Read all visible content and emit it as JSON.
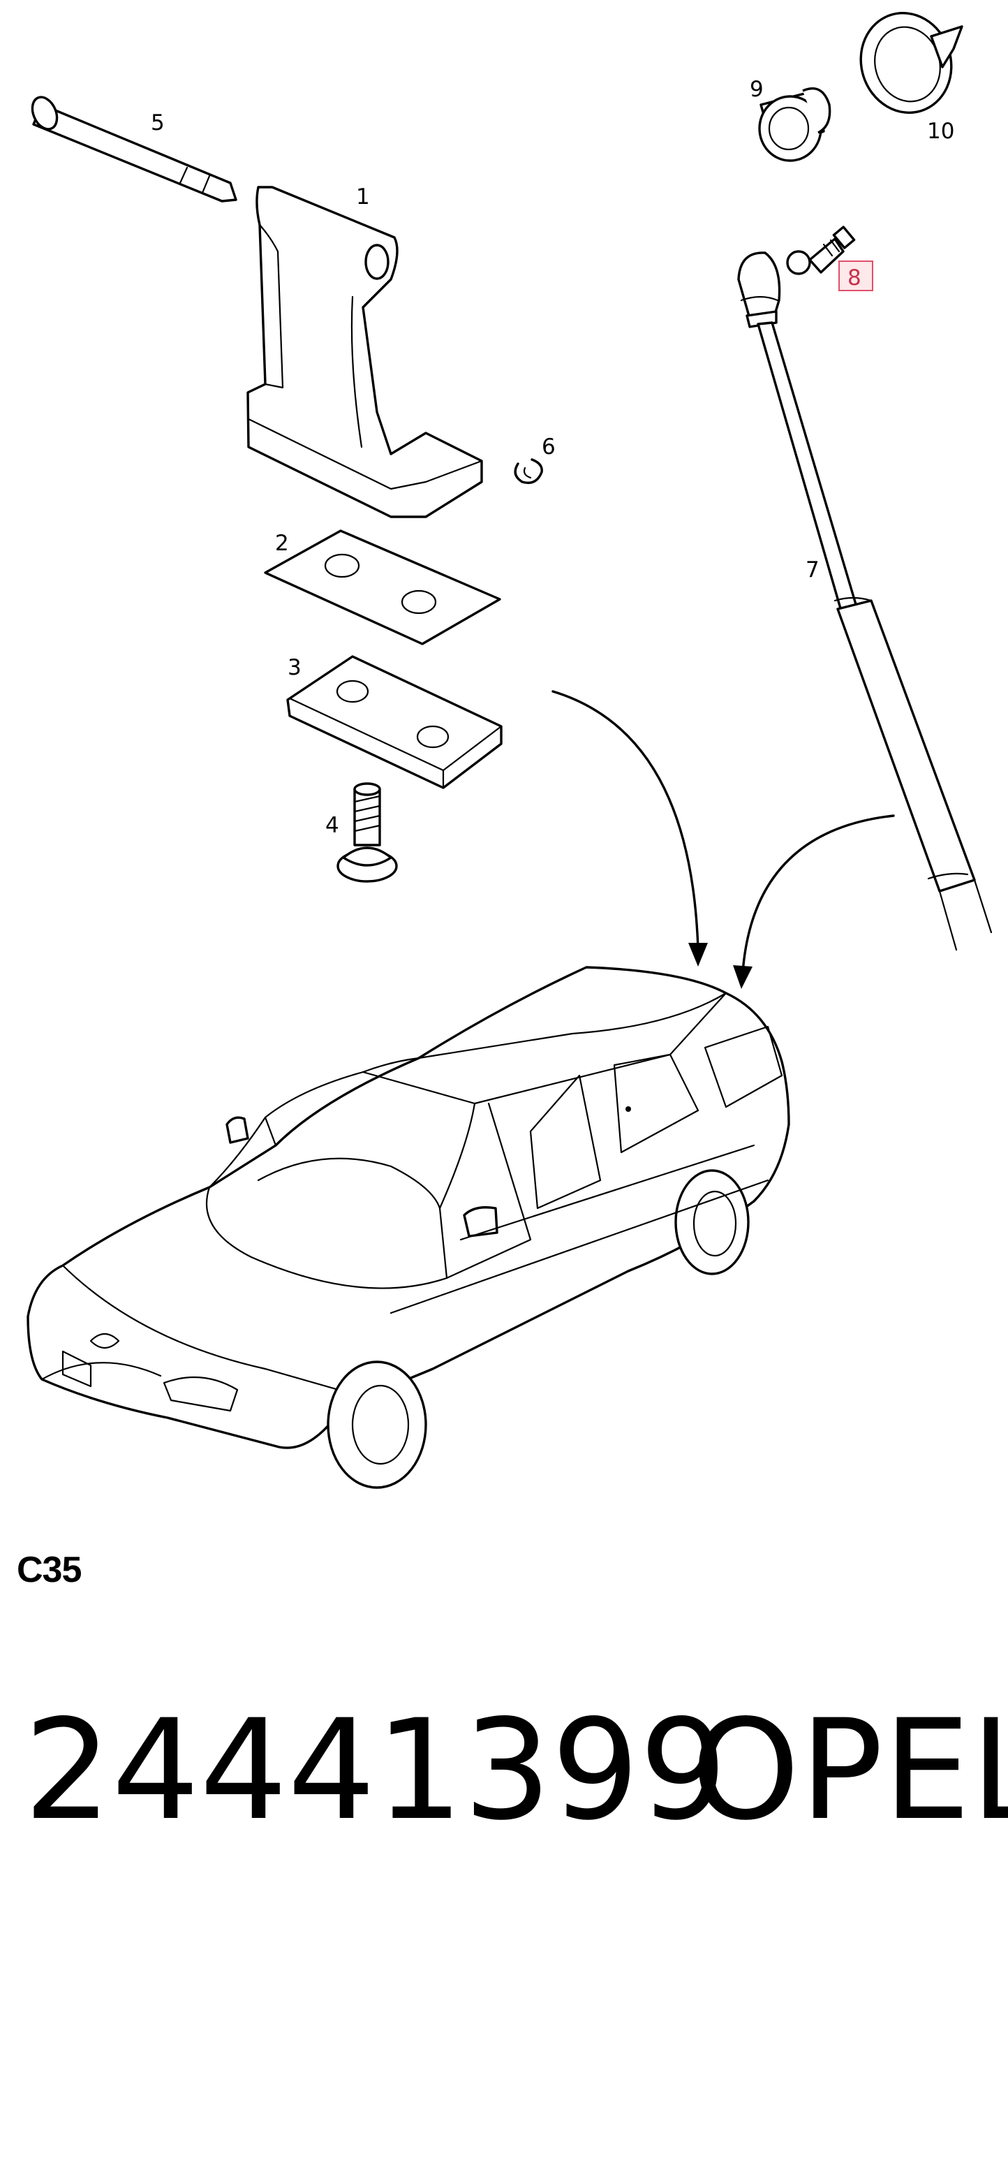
{
  "section_code": "C35",
  "part_number": "24441399",
  "brand": "OPEL",
  "callouts": {
    "c1": "1",
    "c2": "2",
    "c3": "3",
    "c4": "4",
    "c5": "5",
    "c6": "6",
    "c7": "7",
    "c8": "8",
    "c9": "9",
    "c10": "10"
  },
  "highlighted_callout": "8",
  "highlight_color": "#e0506a"
}
